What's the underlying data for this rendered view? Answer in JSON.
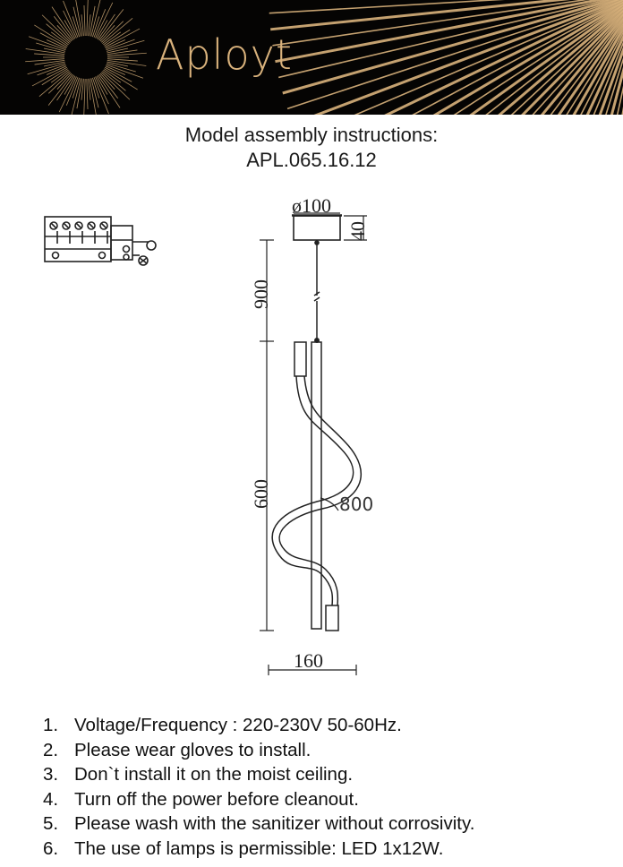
{
  "header": {
    "brand": "Aployt",
    "colors": {
      "background": "#050403",
      "accent": "#d9b27c"
    },
    "logo_icon": "sunburst-icon"
  },
  "title": {
    "line1": "Model assembly instructions:",
    "line2": "APL.065.16.12"
  },
  "drawing": {
    "dim_canopy_diameter": "ø100",
    "dim_canopy_height": "40",
    "dim_cable_length": "900",
    "dim_body_height": "600",
    "dim_curve_length": "800",
    "dim_width": "160",
    "wiring_icon": "terminal-block-icon"
  },
  "instructions": [
    {
      "num": "1.",
      "text": "Voltage/Frequency : 220-230V 50-60Hz."
    },
    {
      "num": "2.",
      "text": "Please wear gloves to install."
    },
    {
      "num": "3.",
      "text": "Don`t install it on the moist ceiling."
    },
    {
      "num": "4.",
      "text": "Turn off the power before cleanout."
    },
    {
      "num": "5.",
      "text": "Please wash with the sanitizer without corrosivity."
    },
    {
      "num": "6.",
      "text": "The use of lamps is permissible: LED 1x12W."
    }
  ]
}
